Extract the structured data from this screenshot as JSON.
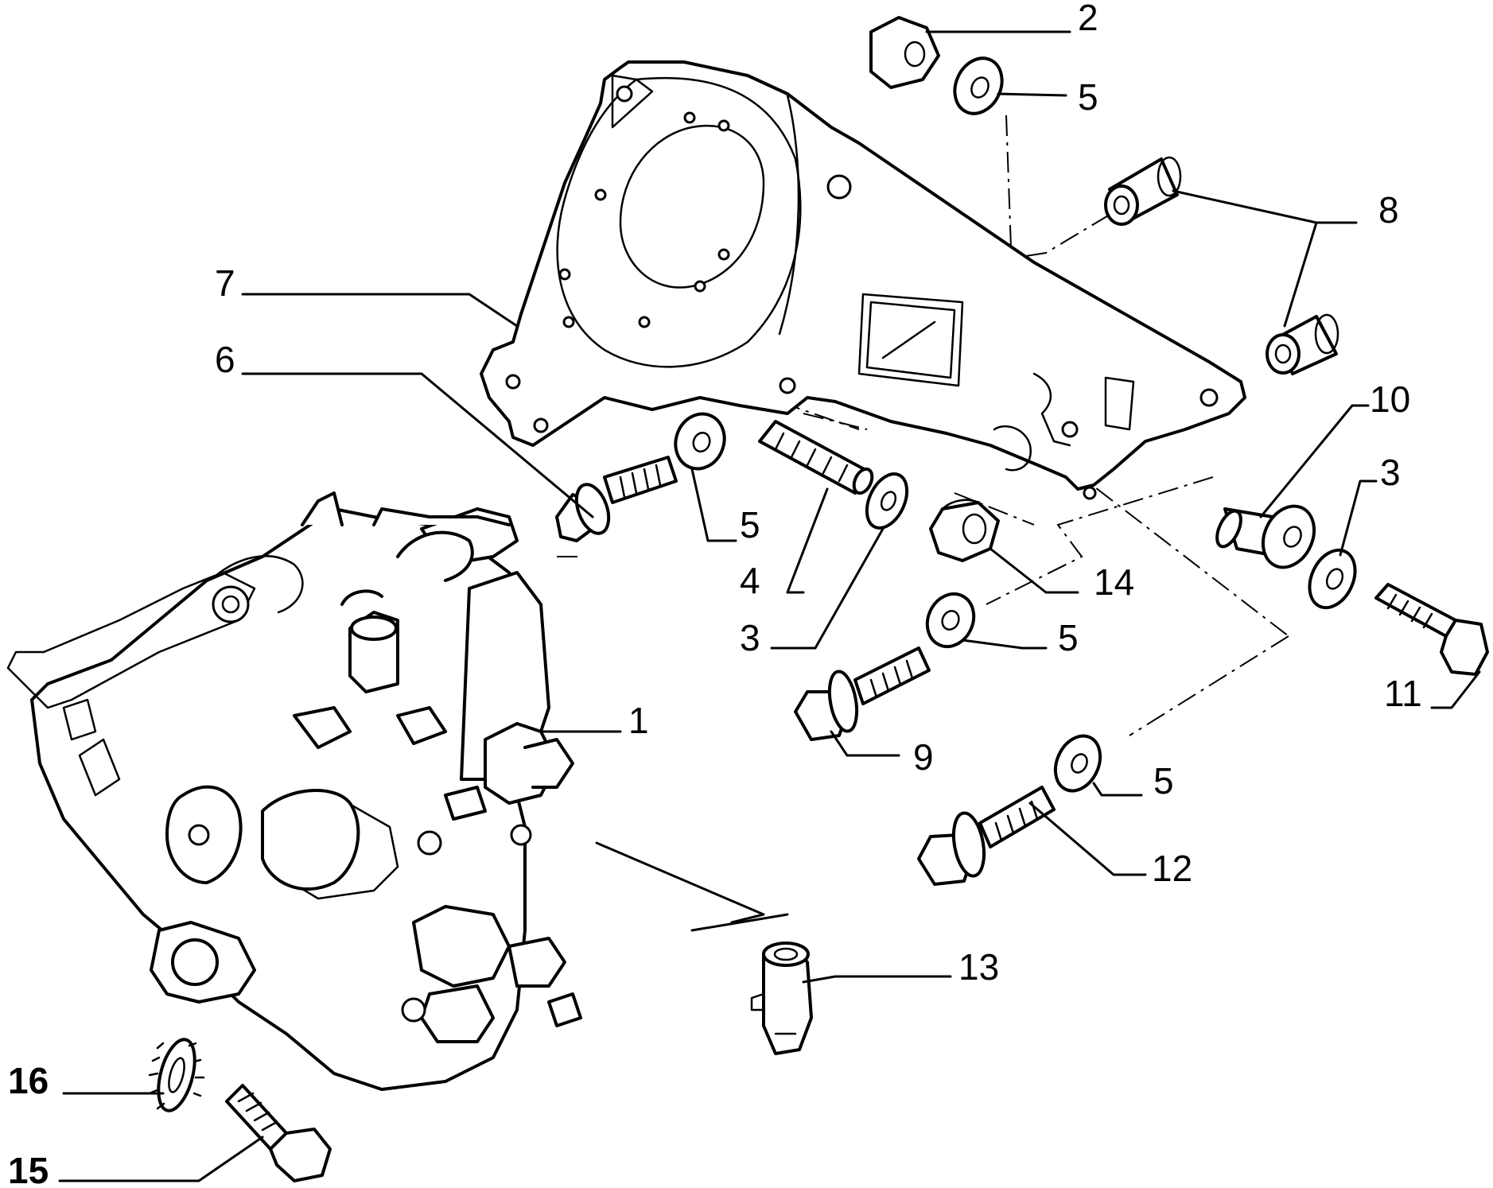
{
  "callouts": {
    "c1": "1",
    "c2": "2",
    "c3a": "3",
    "c3b": "3",
    "c4": "4",
    "c5a": "5",
    "c5b": "5",
    "c5c": "5",
    "c5d": "5",
    "c6": "6",
    "c7": "7",
    "c8": "8",
    "c9": "9",
    "c10": "10",
    "c11": "11",
    "c12": "12",
    "c13": "13",
    "c14": "14",
    "c15": "15",
    "c16": "16"
  },
  "colors": {
    "line": "#000000",
    "paper": "#ffffff"
  }
}
